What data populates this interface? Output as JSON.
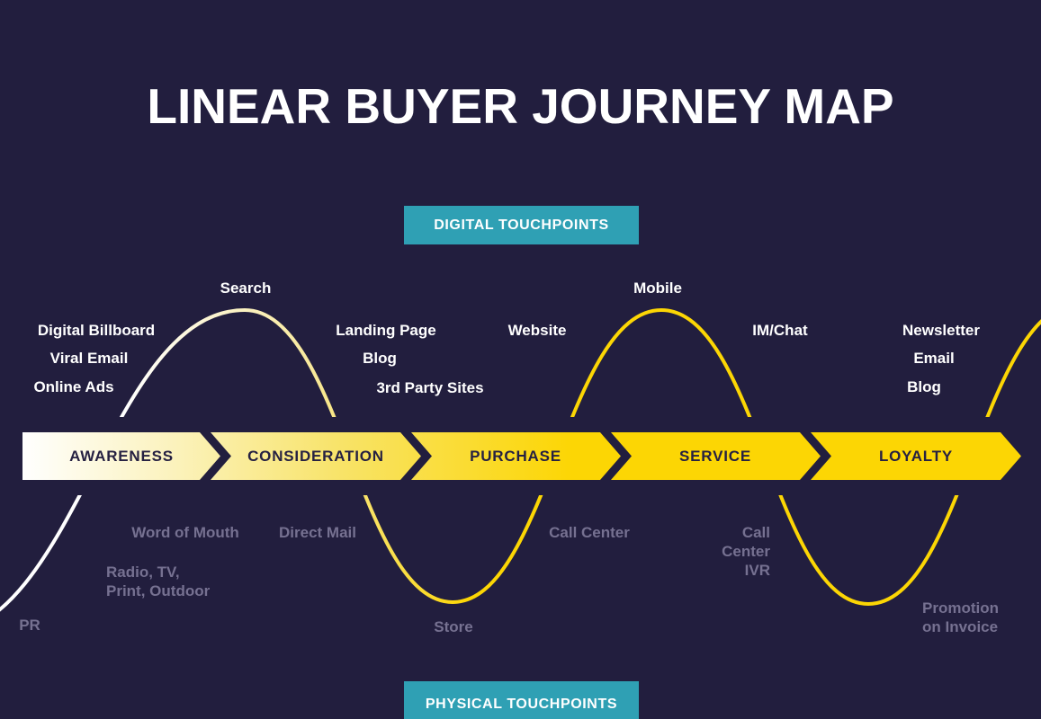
{
  "title": "LINEAR BUYER JOURNEY MAP",
  "badges": {
    "digital": "DIGITAL TOUCHPOINTS",
    "physical": "PHYSICAL TOUCHPOINTS"
  },
  "stages": [
    {
      "label": "AWARENESS"
    },
    {
      "label": "CONSIDERATION"
    },
    {
      "label": "PURCHASE"
    },
    {
      "label": "SERVICE"
    },
    {
      "label": "LOYALTY"
    }
  ],
  "digital_touchpoints": [
    {
      "label": "Search"
    },
    {
      "label": "Digital Billboard"
    },
    {
      "label": "Viral Email"
    },
    {
      "label": "Online Ads"
    },
    {
      "label": "Landing Page"
    },
    {
      "label": "Blog"
    },
    {
      "label": "3rd Party Sites"
    },
    {
      "label": "Website"
    },
    {
      "label": "Mobile"
    },
    {
      "label": "IM/Chat"
    },
    {
      "label": "Newsletter"
    },
    {
      "label": "Email"
    },
    {
      "label": "Blog"
    }
  ],
  "physical_touchpoints": [
    {
      "label": "PR"
    },
    {
      "label": "Radio, TV,\nPrint, Outdoor"
    },
    {
      "label": "Word of Mouth"
    },
    {
      "label": "Direct Mail"
    },
    {
      "label": "Store"
    },
    {
      "label": "Call Center"
    },
    {
      "label": "Call\nCenter\nIVR"
    },
    {
      "label": "Promotion\non Invoice"
    }
  ],
  "colors": {
    "background": "#221e3e",
    "accent_yellow": "#fcd604",
    "accent_teal": "#2fa0b4",
    "label_gray": "#767191",
    "stage_text": "#262142",
    "title_white": "#ffffff"
  }
}
